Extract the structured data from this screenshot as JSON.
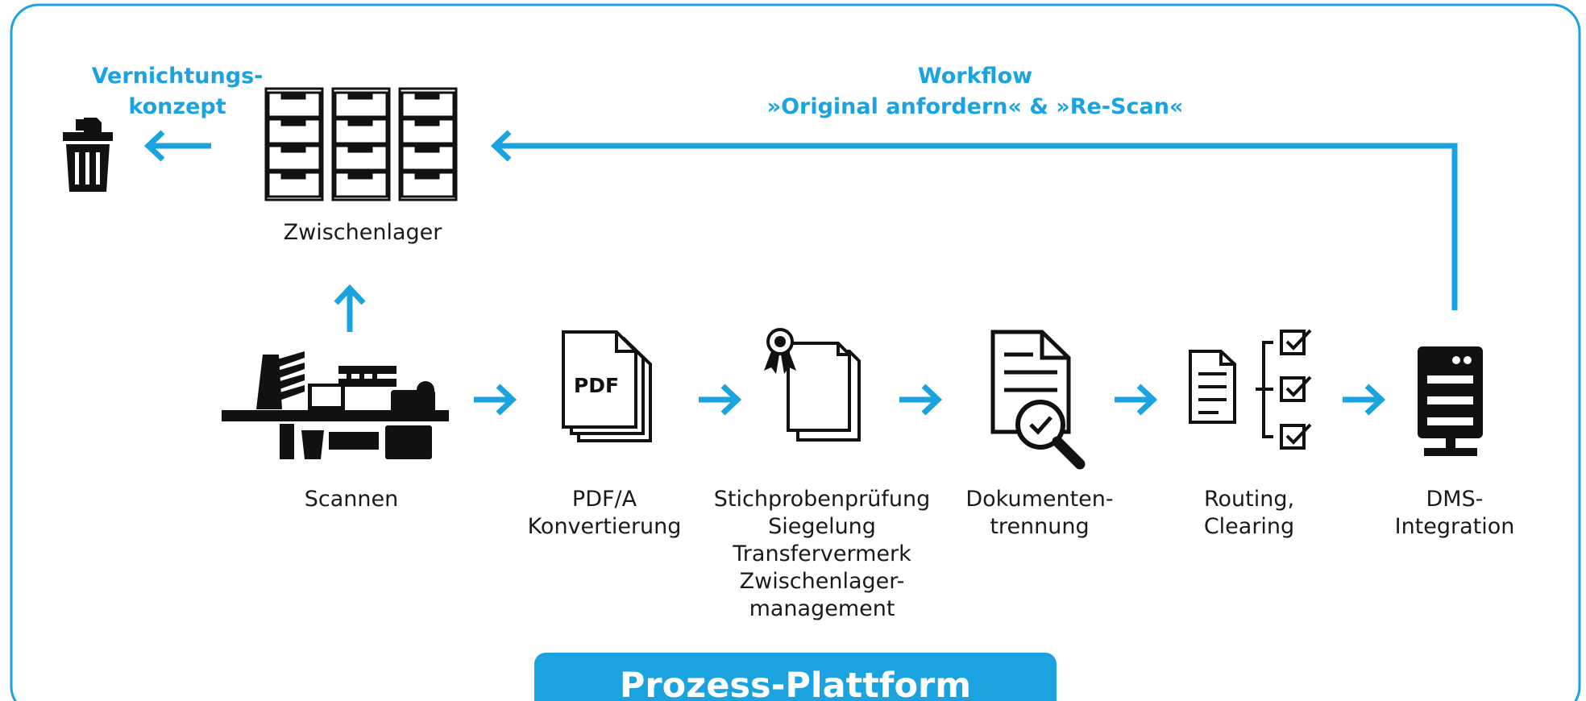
{
  "colors": {
    "accent": "#1aa3e0",
    "ink": "#111111",
    "frame": "#1aa3e0"
  },
  "destruction": {
    "lines": [
      "Vernichtungs-",
      "konzept"
    ],
    "icon": "trash-icon"
  },
  "workflow": {
    "lines": [
      "Workflow",
      "»Original anfordern« & »Re-Scan«"
    ]
  },
  "storage": {
    "label": "Zwischenlager",
    "icon": "filing-cabinet-icon"
  },
  "steps": [
    {
      "icon": "scanner-station-icon",
      "lines": [
        "Scannen"
      ]
    },
    {
      "icon": "pdf-documents-icon",
      "pdf_text": "PDF",
      "lines": [
        "PDF/A",
        "Konvertierung"
      ]
    },
    {
      "icon": "sealed-document-icon",
      "lines": [
        "Stichprobenprüfung",
        "Siegelung",
        "Transfervermerk",
        "Zwischenlager-",
        "management"
      ]
    },
    {
      "icon": "document-inspection-icon",
      "lines": [
        "Dokumenten-",
        "trennung"
      ]
    },
    {
      "icon": "routing-checklist-icon",
      "lines": [
        "Routing,",
        "Clearing"
      ]
    },
    {
      "icon": "server-icon",
      "lines": [
        "DMS-",
        "Integration"
      ]
    }
  ],
  "platform": {
    "label": "Prozess-Plattform"
  }
}
